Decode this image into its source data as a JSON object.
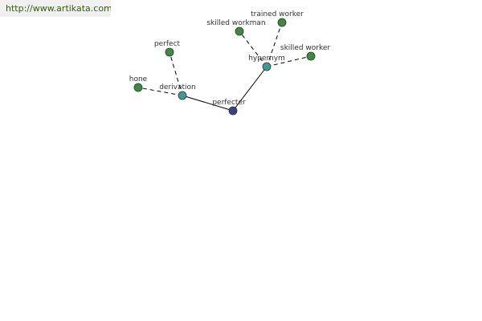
{
  "banner": {
    "url": "http://www.artikata.com"
  },
  "colors": {
    "word_node": "#3e8a45",
    "relation_node": "#3c9a9a",
    "center_node": "#3a3f8c"
  },
  "nodes": [
    {
      "id": "perfecter",
      "label": "perfecter",
      "kind": "center"
    },
    {
      "id": "derivation",
      "label": "derivation",
      "kind": "relation"
    },
    {
      "id": "hypernym",
      "label": "hypernym",
      "kind": "relation"
    },
    {
      "id": "perfect",
      "label": "perfect",
      "kind": "word"
    },
    {
      "id": "hone",
      "label": "hone",
      "kind": "word"
    },
    {
      "id": "skilled_workman",
      "label": "skilled workman",
      "kind": "word"
    },
    {
      "id": "trained_worker",
      "label": "trained worker",
      "kind": "word"
    },
    {
      "id": "skilled_worker",
      "label": "skilled worker",
      "kind": "word"
    }
  ],
  "edges": [
    {
      "from": "perfecter",
      "to": "derivation",
      "style": "solid"
    },
    {
      "from": "perfecter",
      "to": "hypernym",
      "style": "solid"
    },
    {
      "from": "derivation",
      "to": "perfect",
      "style": "dashed"
    },
    {
      "from": "derivation",
      "to": "hone",
      "style": "dashed"
    },
    {
      "from": "hypernym",
      "to": "skilled_workman",
      "style": "dashed"
    },
    {
      "from": "hypernym",
      "to": "trained_worker",
      "style": "dashed"
    },
    {
      "from": "hypernym",
      "to": "skilled_worker",
      "style": "dashed"
    }
  ]
}
